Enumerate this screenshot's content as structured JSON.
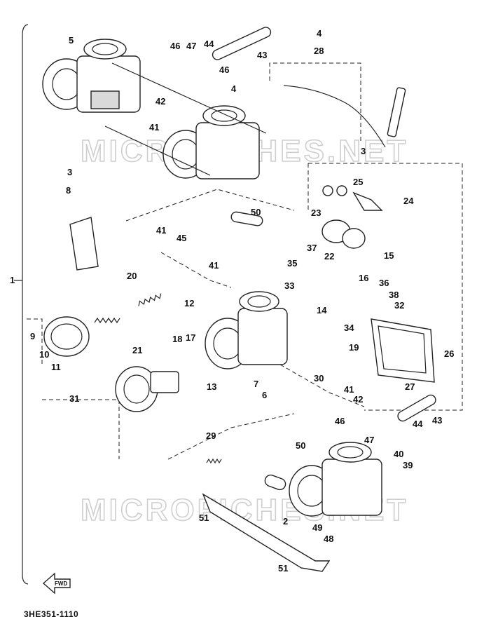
{
  "diagram": {
    "code": "3HE351-1110",
    "watermarks": [
      "MICROFICHES.NET",
      "MICROFICHES.NET"
    ],
    "front_arrow": "FWD",
    "bracket_label": "1",
    "callouts": [
      "1",
      "2",
      "3",
      "3",
      "4",
      "4",
      "5",
      "6",
      "7",
      "8",
      "9",
      "10",
      "11",
      "12",
      "13",
      "14",
      "15",
      "16",
      "17",
      "18",
      "19",
      "20",
      "21",
      "22",
      "23",
      "24",
      "25",
      "26",
      "27",
      "28",
      "29",
      "30",
      "31",
      "32",
      "33",
      "34",
      "35",
      "36",
      "37",
      "38",
      "39",
      "40",
      "41",
      "41",
      "41",
      "41",
      "42",
      "42",
      "43",
      "43",
      "44",
      "44",
      "45",
      "46",
      "46",
      "46",
      "47",
      "47",
      "48",
      "49",
      "50",
      "50",
      "51",
      "51"
    ]
  }
}
